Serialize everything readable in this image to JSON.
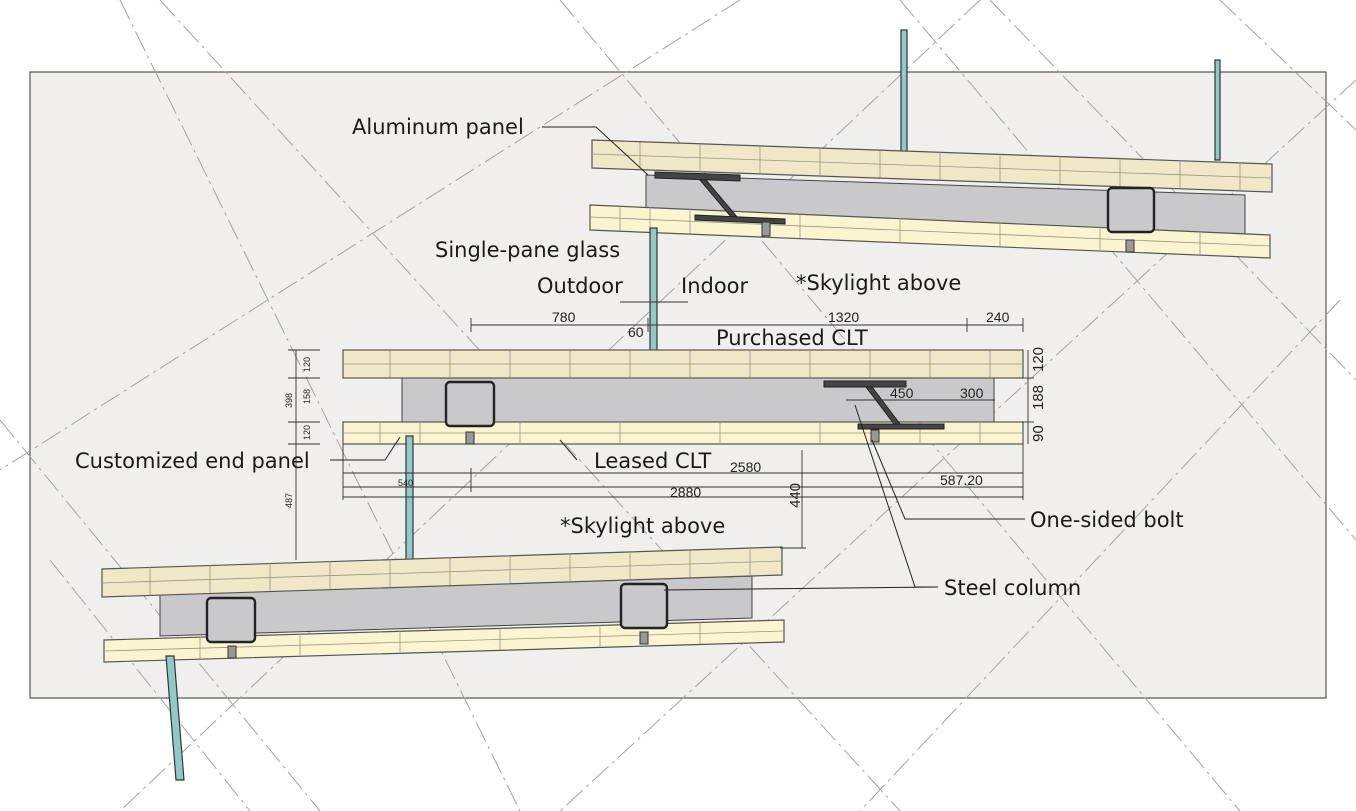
{
  "labels": {
    "aluminum_panel": "Aluminum panel",
    "single_pane_glass": "Single-pane glass",
    "outdoor": "Outdoor",
    "indoor": "Indoor",
    "skylight_above_top": "*Skylight above",
    "purchased_clt": "Purchased CLT",
    "customized_end_panel": "Customized end panel",
    "leased_clt": "Leased CLT",
    "skylight_above_bottom": "*Skylight above",
    "one_sided_bolt": "One-sided bolt",
    "steel_column": "Steel column"
  },
  "dimensions": {
    "d780": "780",
    "d1320": "1320",
    "d240": "240",
    "d60": "60",
    "d450": "450",
    "d300": "300",
    "d120_right": "120",
    "d188": "188",
    "d90": "90",
    "d2580": "2580",
    "d540": "540",
    "d587": "587.20",
    "d2880": "2880",
    "d440": "440",
    "d120_left_top": "120",
    "d158": "158",
    "d398": "398",
    "d120_left_bot": "120",
    "d487": "487"
  }
}
